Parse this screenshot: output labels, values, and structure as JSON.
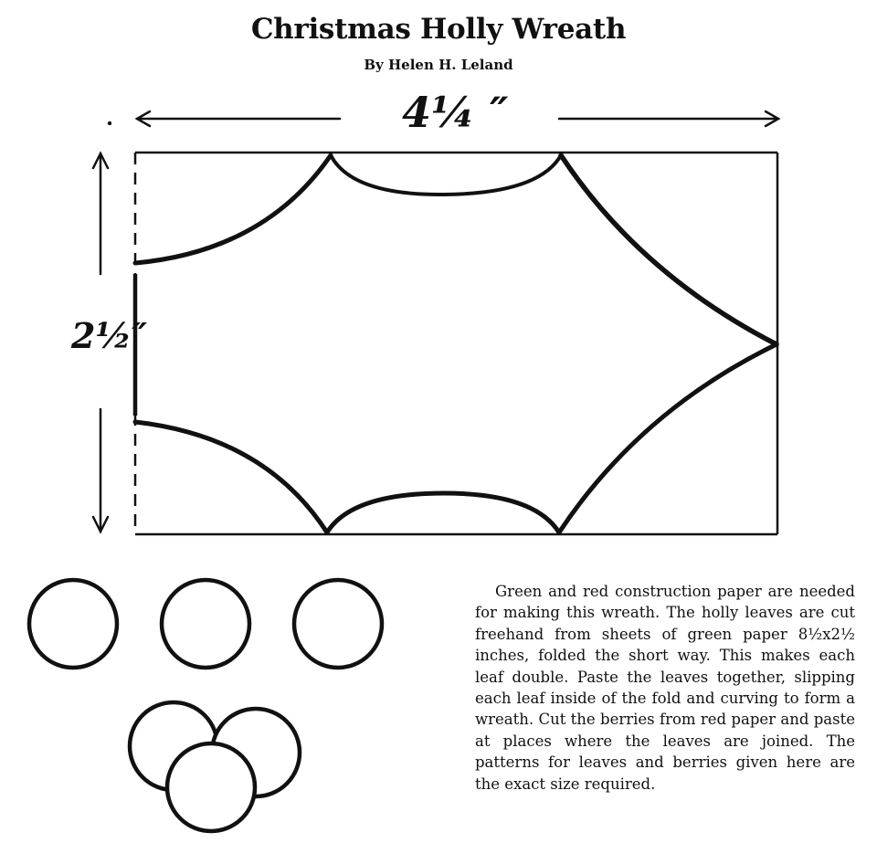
{
  "article": {
    "title": "Christmas Holly Wreath",
    "byline": "By Helen H. Leland"
  },
  "pattern": {
    "width_label": "4¼ ″",
    "height_label": "2½″"
  },
  "instructions": "Green and red construction paper are needed for making this wreath. The holly leaves are cut freehand from sheets of green paper 8½x2½ inches, folded the short way. This makes each leaf double. Paste the leaves together, slipping each leaf inside of the fold and curving to form a wreath. Cut the berries from red paper and paste at places where the leaves are joined. The patterns for leaves and berries given here are the exact size required."
}
